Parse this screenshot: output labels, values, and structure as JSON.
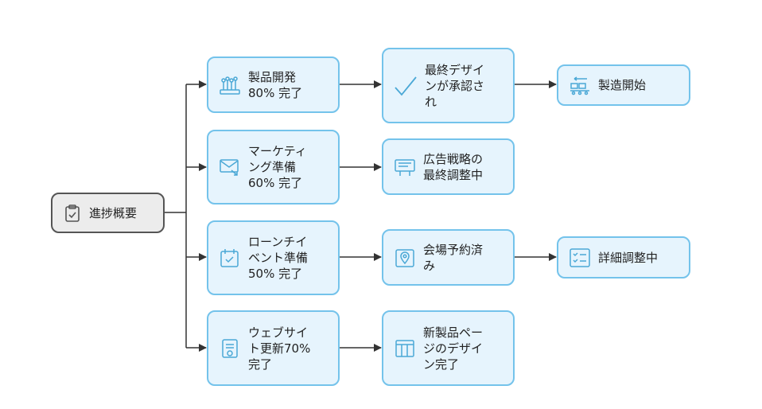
{
  "diagram": {
    "root": {
      "label": "進捗概要",
      "icon": "clipboard-check-icon"
    },
    "nodes": {
      "product_dev": {
        "label": "製品開発\n80% 完了",
        "icon": "production-line-icon"
      },
      "final_design": {
        "label": "最終デザイ\nンが承認さ\nれ",
        "icon": "checkmark-icon"
      },
      "start_manufacturing": {
        "label": "製造開始",
        "icon": "conveyor-icon"
      },
      "marketing": {
        "label": "マーケティ\nング準備\n60% 完了",
        "icon": "mail-send-icon"
      },
      "ad_strategy": {
        "label": "広告戦略の\n最終調整中",
        "icon": "billboard-icon"
      },
      "launch_event": {
        "label": "ローンチイ\nベント準備\n50% 完了",
        "icon": "calendar-check-icon"
      },
      "venue_booked": {
        "label": "会場予約済\nみ",
        "icon": "location-card-icon"
      },
      "fine_tuning": {
        "label": "詳細調整中",
        "icon": "checklist-icon"
      },
      "website": {
        "label": "ウェブサイ\nト更新70%\n完了",
        "icon": "document-check-icon"
      },
      "new_product_page": {
        "label": "新製品ペー\nジのデザイ\nン完了",
        "icon": "layout-icon"
      }
    }
  }
}
